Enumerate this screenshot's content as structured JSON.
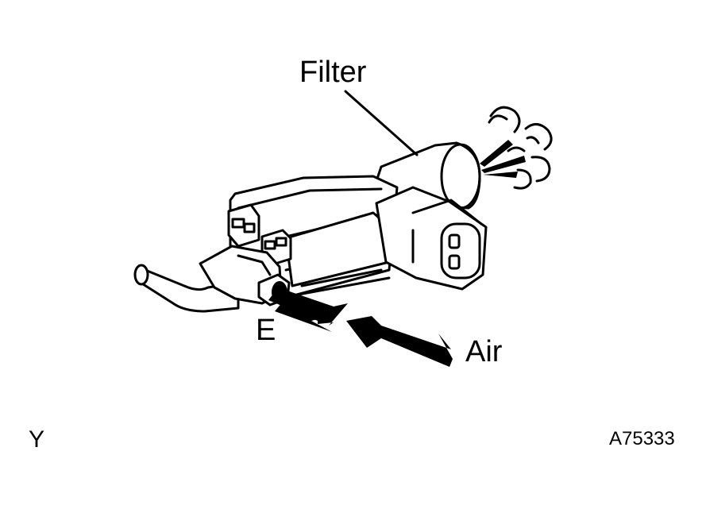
{
  "labels": {
    "filter": "Filter",
    "air": "Air",
    "port_e": "E",
    "corner_left": "Y",
    "figure_code": "A75333"
  },
  "colors": {
    "line": "#000000",
    "background": "#ffffff"
  }
}
